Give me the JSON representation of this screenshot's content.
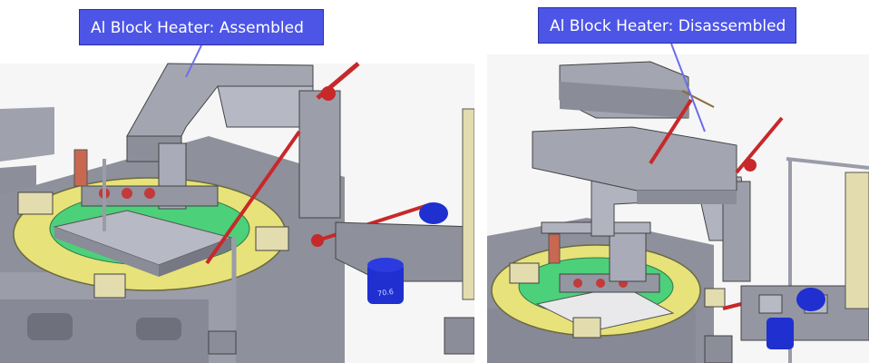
{
  "labels": {
    "assembled": "Al Block Heater: Assembled",
    "disassembled": "Al Block Heater: Disassembled"
  },
  "gauge_text": "70.6",
  "colors": {
    "label_bg": "#4d55e6",
    "label_text": "#ffffff",
    "pointer_line": "#6b6ee8",
    "metal": "#a9abb8",
    "metal_dark": "#7e8090",
    "plate_yellow": "#e8e27a",
    "plate_green": "#4cd07a",
    "heater_red": "#c8282a",
    "motor_blue": "#1f2fd0",
    "tan_block": "#e3dcae"
  }
}
